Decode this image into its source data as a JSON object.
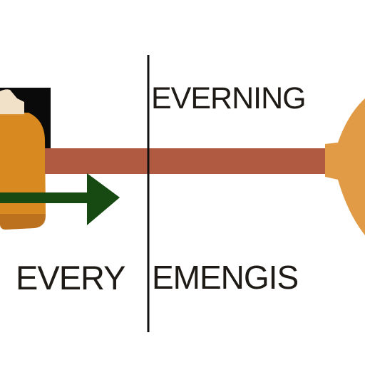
{
  "labels": {
    "top_word": "EVERNING",
    "bottom_left_word": "EVERY",
    "bottom_right_word": "EMENGIS"
  },
  "colors": {
    "background": "#ffffff",
    "bottle_body": "#d88920",
    "bottle_shadow": "#a8601c",
    "bottle_cap": "#f1e1c8",
    "bottle_backdrop": "#0a0a0a",
    "shaft": "#b05a42",
    "funnel": "#e19a45",
    "green_arrow": "#174a12",
    "divider": "#111111",
    "text": "#1e1a16"
  },
  "icons": {
    "left_object": "bottle-icon",
    "right_object": "funnel-arrowhead-icon",
    "green_arrow": "right-arrow-icon"
  }
}
